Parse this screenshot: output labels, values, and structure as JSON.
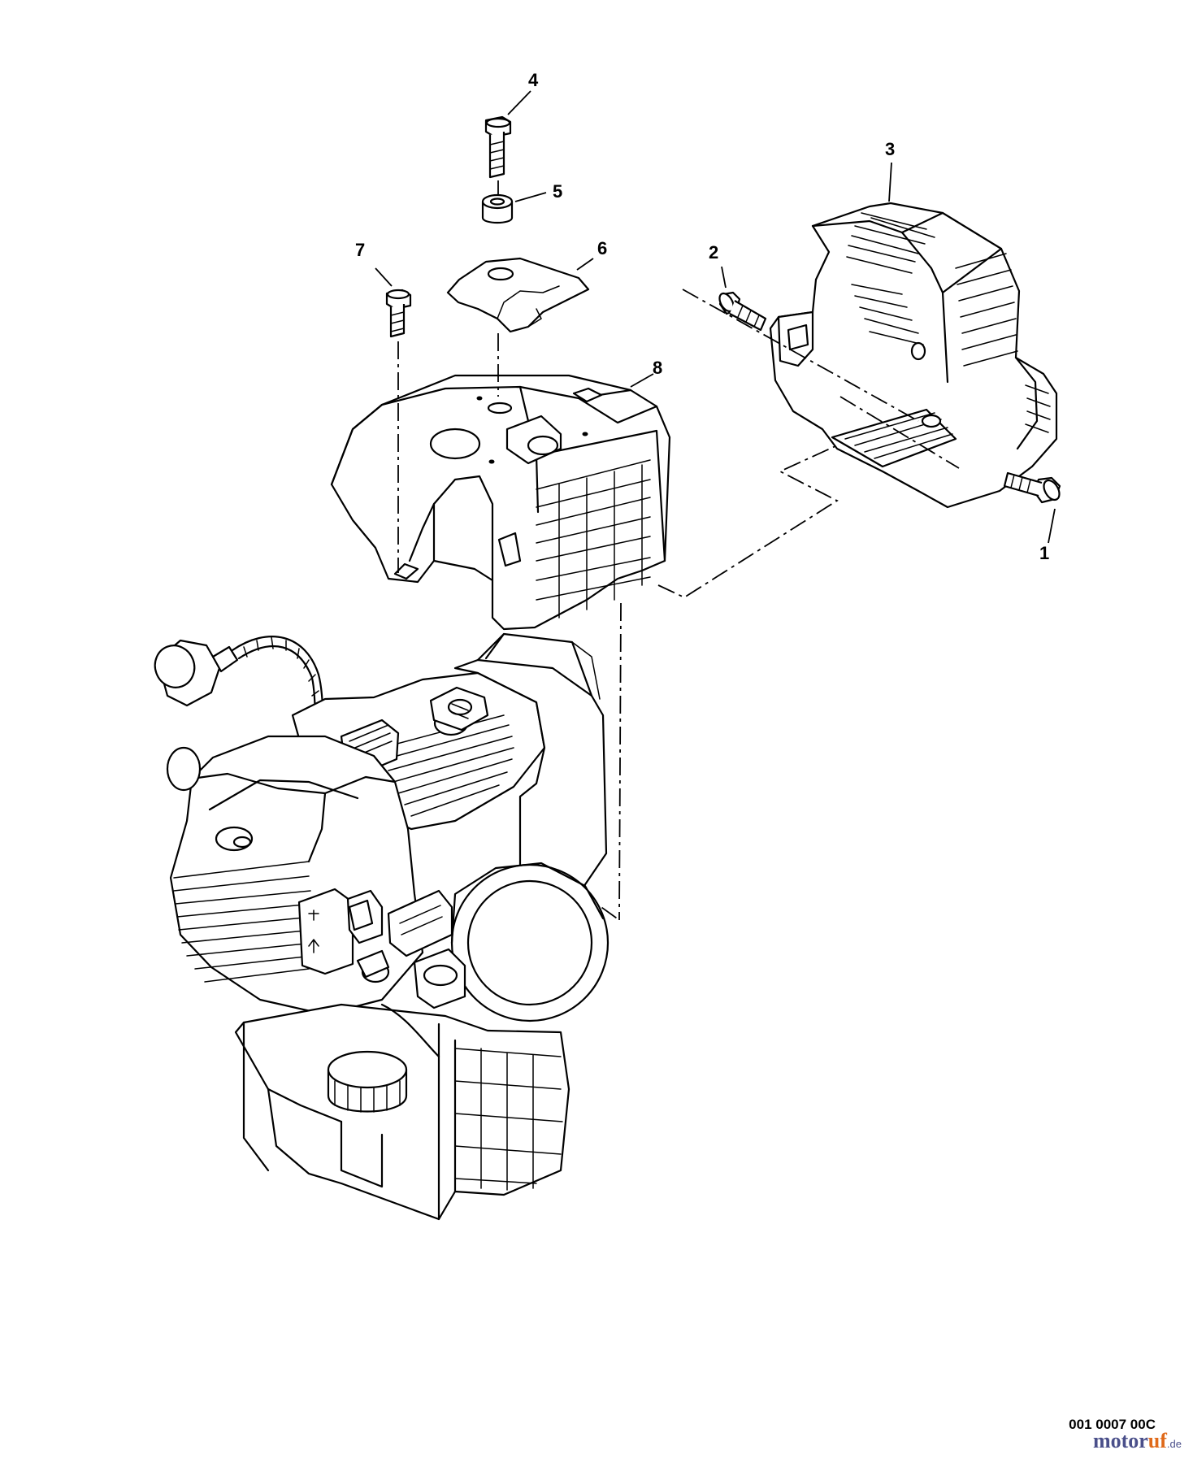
{
  "callouts": {
    "c1": "1",
    "c2": "2",
    "c3": "3",
    "c4": "4",
    "c5": "5",
    "c6": "6",
    "c7": "7",
    "c8": "8"
  },
  "footer": {
    "diagram_code": "001 0007 00C",
    "watermark_main": "motor",
    "watermark_accent": "uf",
    "watermark_tld": ".de"
  }
}
